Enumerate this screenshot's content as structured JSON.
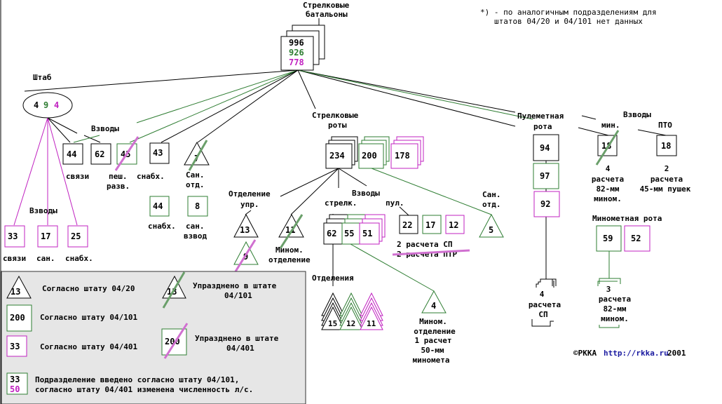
{
  "colors": {
    "state_04_20": "#000000",
    "state_04_101": "#2e7d32",
    "state_04_401": "#c020c0",
    "legend_bg": "#e6e6e6"
  },
  "note": {
    "line1": "*) - по аналогичным подразделениям для",
    "line2": "штатов 04/20 и 04/101 нет данных"
  },
  "battalions": {
    "label1": "Стрелковые",
    "label2": "батальоны",
    "v1": "996",
    "v2": "926",
    "v3": "778"
  },
  "hq": {
    "label": "Штаб",
    "v1": "4",
    "v2": "9",
    "v3": "4"
  },
  "hq_platoons": {
    "label": "Взводы",
    "signal": "44",
    "p62": "62",
    "recon": "45",
    "supply": "43",
    "medical": "7",
    "signal_label": "связи",
    "recon_label1": "пеш.",
    "recon_label2": "разв.",
    "supply_label": "снабх.",
    "med_label1": "Сан.",
    "med_label2": "отд.",
    "g_supply": "44",
    "g_med": "8",
    "g_supply_label": "снабх.",
    "g_med_label1": "сан.",
    "g_med_label2": "взвод"
  },
  "hq_platoons_401": {
    "label": "Взводы",
    "signal": "33",
    "medical": "17",
    "supply": "25",
    "signal_label": "связи",
    "medical_label": "сан.",
    "supply_label": "снабх."
  },
  "rifle_companies": {
    "label1": "Стрелковые",
    "label2": "роты",
    "v1": "234",
    "v2": "200",
    "v3": "178",
    "hq_section_label1": "Отделение",
    "hq_section_label2": "упр.",
    "hq_section": "13",
    "hq_section_g": "9",
    "mortar_section": "11",
    "mortar_label1": "Мином.",
    "mortar_label2": "отделение",
    "platoons_label": "Взводы",
    "rifle_label": "стрелк.",
    "mg_label": "пул.",
    "rifle_v1": "62",
    "rifle_v2": "55",
    "rifle_v3": "51",
    "mg_v1": "22",
    "mg_v2": "17",
    "mg_v3": "12",
    "mg_note1": "2 расчета СП",
    "mg_note2": "2 расчета ПТР",
    "med_label1": "Сан.",
    "med_label2": "отд.",
    "med": "5",
    "squads_label": "Отделения",
    "squad_v1": "15",
    "squad_v2": "12",
    "squad_v3": "11",
    "platoon_mortar": "4",
    "platoon_mortar_lines": [
      "Мином.",
      "отделение",
      "1 расчет",
      "50-мм",
      "миномета"
    ]
  },
  "mg_company": {
    "label1": "Пулеметная",
    "label2": "рота",
    "v1": "94",
    "v2": "97",
    "v3": "92",
    "crews": [
      "4",
      "расчета",
      "СП"
    ]
  },
  "platoons_right": {
    "label": "Взводы",
    "mortar_label": "мин.",
    "at_label": "ПТО",
    "mortar": "18",
    "at": "18",
    "mortar_lines": [
      "4",
      "расчета",
      "82-мм",
      "мином."
    ],
    "at_lines": [
      "2",
      "расчета",
      "45-мм пушек"
    ]
  },
  "mortar_company": {
    "label": "Минометная рота",
    "v2": "59",
    "v3": "52",
    "crews": [
      "3",
      "расчета",
      "82-мм",
      "мином."
    ]
  },
  "copyright": {
    "sign": "©РККА",
    "url": "http://rkka.ru",
    "year": "2001"
  },
  "legend": {
    "tri": "13",
    "tri_text": "Согласно штату 04/20",
    "tri_x": "13",
    "tri_x_text1": "Упразднено в штате",
    "tri_x_text2": "04/101",
    "green_box": "200",
    "green_text": "Согласно штату 04/101",
    "mag_box": "33",
    "mag_text": "Согласно штату 04/401",
    "gx_box": "200",
    "gx_text1": "Упразднено в штате",
    "gx_text2": "04/401",
    "mix_v1": "33",
    "mix_v2": "50",
    "mix_text1": "Подразделение введено согласно штату 04/101,",
    "mix_text2": "согласно штату 04/401 изменена численность л/с."
  }
}
